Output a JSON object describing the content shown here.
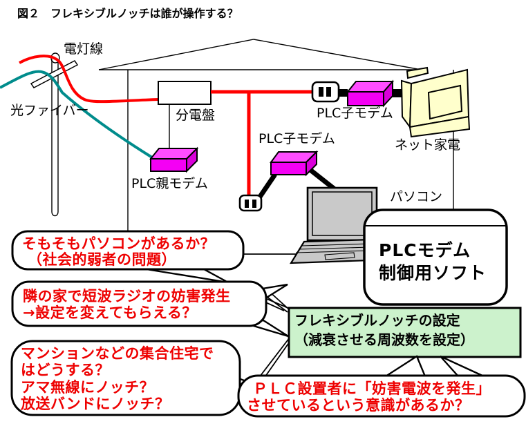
{
  "figure_title": "図２　フレキシブルノッチは誰が操作する？",
  "house": {
    "power_line_label": "電灯線",
    "fiber_label": "光ファイバー",
    "distribution_board_label": "分電盤",
    "parent_modem_label": "PLC親モデム",
    "child_modem_mid_label": "PLC子モデム",
    "child_modem_top_label": "PLC子モデム",
    "net_appliance_label": "ネット家電",
    "pc_label": "パソコン"
  },
  "software_box": {
    "line1": "PLCモデム",
    "line2": "制御用ソフト"
  },
  "notch_box": {
    "line1": "フレキシブルノッチの設定",
    "line2": "（減衰させる周波数を設定）"
  },
  "bubbles": {
    "pc_exists": {
      "line1": "そもそもパソコンがあるか？",
      "line2": "（社会的弱者の問題）"
    },
    "neighbor": {
      "line1": "隣の家で短波ラジオの妨害発生",
      "line2": "→設定を変えてもらえる？"
    },
    "apartment": {
      "line1": "マンションなどの集合住宅で",
      "line2": "はどうする？",
      "line3": "アマ無線にノッチ？",
      "line4": "放送バンドにノッチ？"
    },
    "awareness": {
      "line1": "ＰＬＣ設置者に「妨害電波を発生」",
      "line2": "させているという意識があるか？"
    }
  },
  "colors": {
    "power_line_red": "#ff0000",
    "fiber_teal": "#008c8c",
    "modem_magenta": "#f400f4",
    "modem_magenta_top": "#ff4dff",
    "modem_magenta_side": "#d900d9",
    "appliance_cream": "#ffffcc",
    "laptop_gray": "#c9c9c9",
    "notch_green": "#ccf2cc",
    "bubble_text_red": "#ee0000"
  }
}
